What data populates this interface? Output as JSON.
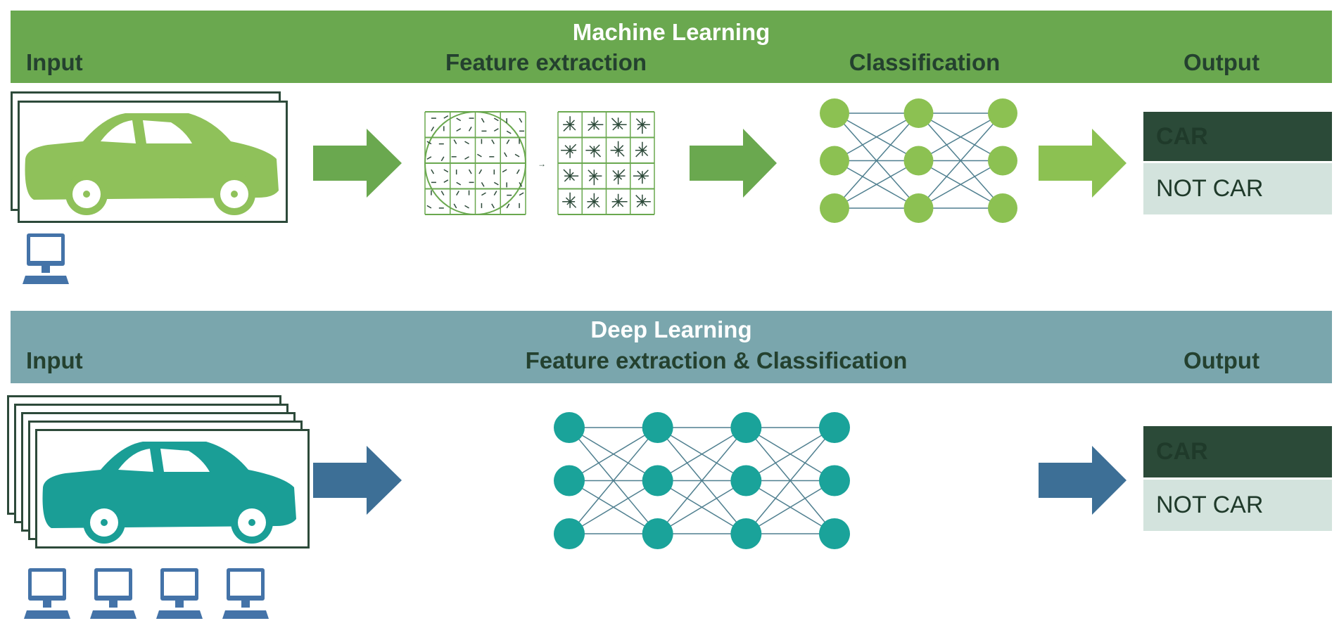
{
  "machine_learning": {
    "title": "Machine Learning",
    "labels": {
      "input": "Input",
      "feature_extraction": "Feature extraction",
      "classification": "Classification",
      "output": "Output"
    },
    "output": {
      "positive": "CAR",
      "negative": "NOT CAR"
    },
    "computers": 1,
    "network_layers": [
      3,
      3,
      3
    ]
  },
  "deep_learning": {
    "title": "Deep Learning",
    "labels": {
      "input": "Input",
      "feature_and_classification": "Feature extraction & Classification",
      "output": "Output"
    },
    "output": {
      "positive": "CAR",
      "negative": "NOT CAR"
    },
    "computers": 4,
    "network_layers": [
      3,
      3,
      3,
      3
    ]
  },
  "colors": {
    "ml_band": "#6aa84f",
    "dl_band": "#7aa6ad",
    "ml_car": "#8fc15a",
    "dl_car": "#1a9e96",
    "ml_node": "#8cc152",
    "dl_node": "#1aa39a",
    "edge": "#4f7f8f",
    "computer": "#4473a8",
    "dl_arrow": "#3d6f96",
    "output_dark": "#2b4a38",
    "output_light": "#d3e3dd"
  }
}
